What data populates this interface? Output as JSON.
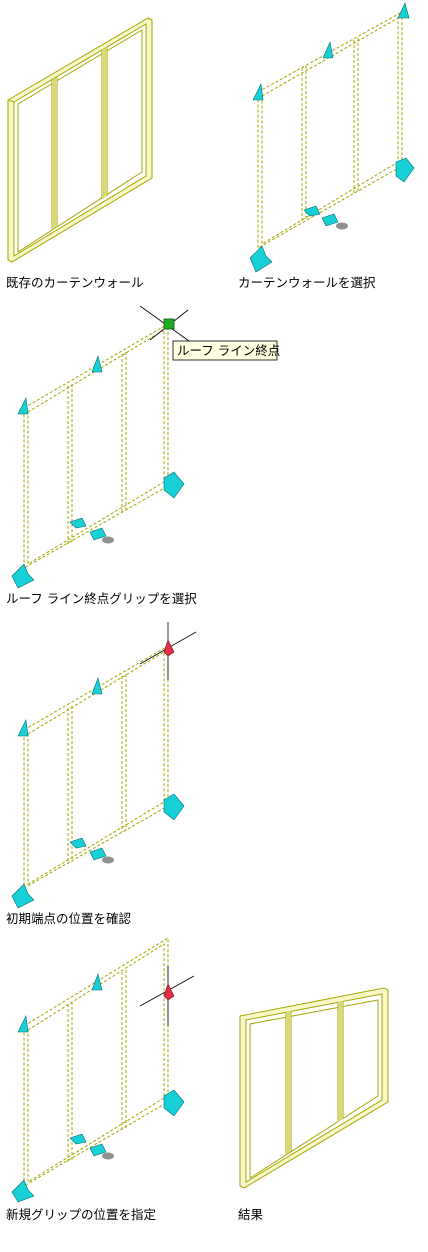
{
  "captions": {
    "existing": "既存のカーテンウォール",
    "select": "カーテンウォールを選択",
    "select_grip": "ルーフ ライン終点グリップを選択",
    "confirm": "初期端点の位置を確認",
    "specify": "新規グリップの位置を指定",
    "result": "結果"
  },
  "tooltip": {
    "label": "ルーフ ライン終点"
  },
  "colors": {
    "frame": "#a6a600",
    "frame_light": "#e4e49a",
    "grip_cyan": "#17d0d6",
    "grip_green": "#22aa22",
    "grip_red": "#e0304a",
    "tooltip_bg": "#ffffe1"
  }
}
